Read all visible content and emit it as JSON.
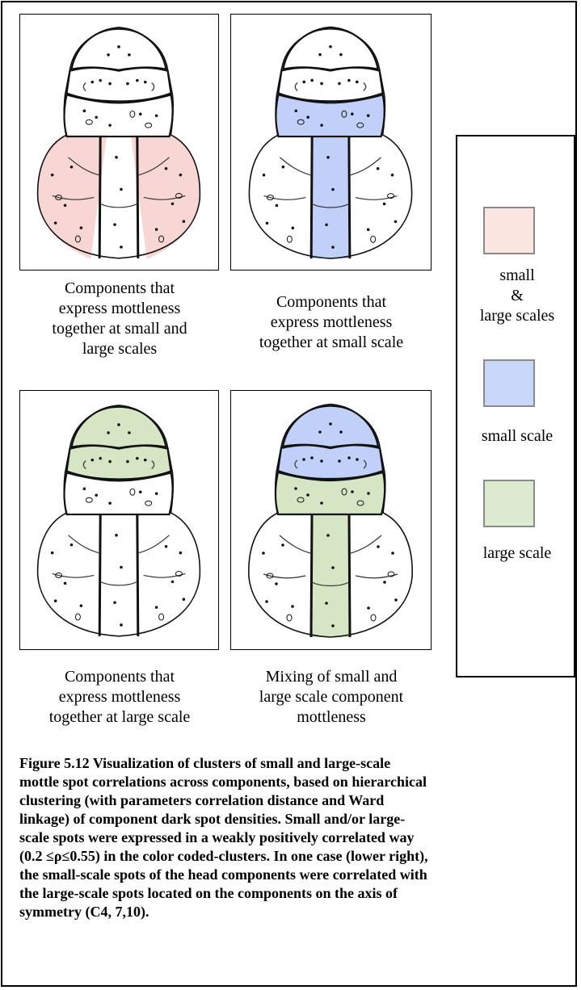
{
  "panels": [
    {
      "highlight": "pink",
      "caption": [
        "Components that",
        "express mottleness",
        "together at small and",
        "large scales"
      ]
    },
    {
      "highlight": "blue",
      "caption": [
        "Components that",
        "express mottleness",
        "together at small scale"
      ]
    },
    {
      "highlight": "green",
      "caption": [
        "Components that",
        "express mottleness",
        "together at large scale"
      ]
    },
    {
      "highlight": "mixed",
      "caption": [
        "Mixing of small and",
        "large scale component",
        "mottleness"
      ]
    }
  ],
  "legend": {
    "items": [
      {
        "color": "#fbe6e2",
        "label": [
          "small",
          "&",
          "large scales"
        ]
      },
      {
        "color": "#c9d7fb",
        "label": [
          "small scale"
        ]
      },
      {
        "color": "#dcebd0",
        "label": [
          "large scale"
        ]
      }
    ]
  },
  "colors": {
    "pink": "#f6cfcd",
    "blue": "#b5c8f7",
    "green": "#cfe2ba"
  },
  "figure_caption": [
    "Figure 5.12 Visualization of clusters of small and large-scale",
    "mottle spot correlations across components, based on hierarchical",
    "clustering (with parameters correlation distance and Ward",
    "linkage) of component dark spot densities. Small and/or large-",
    "scale spots were expressed in a weakly positively correlated way",
    "(0.2 ≤ρ≤0.55) in the color coded-clusters. In one case (lower right),",
    "the small-scale spots of the head components were correlated with",
    "the large-scale spots located on the components on the axis of",
    "symmetry (C4, 7,10)."
  ]
}
